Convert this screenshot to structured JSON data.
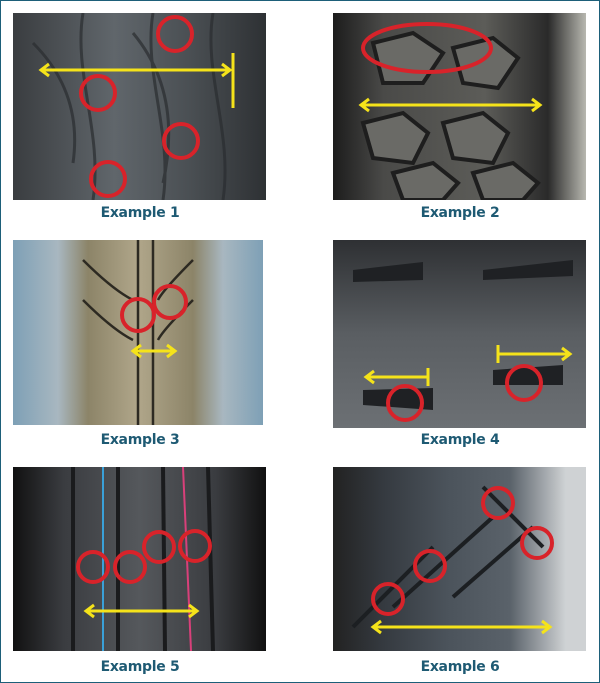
{
  "examples": [
    {
      "caption": "Example 1"
    },
    {
      "caption": "Example 2"
    },
    {
      "caption": "Example 3"
    },
    {
      "caption": "Example 4"
    },
    {
      "caption": "Example 5"
    },
    {
      "caption": "Example 6"
    }
  ],
  "colors": {
    "caption": "#1e5a73",
    "border": "#1d5f79",
    "marker_circle": "#d8232a",
    "marker_arrow": "#f5e31a"
  }
}
